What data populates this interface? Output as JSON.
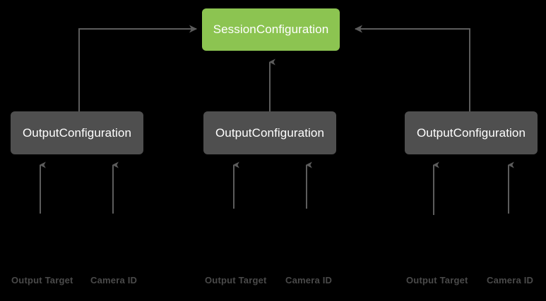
{
  "diagram": {
    "title": "SessionConfiguration",
    "background_color": "#000000",
    "session_node": {
      "label": "SessionConfiguration",
      "color": "#8cc451",
      "text_color": "#ffffff"
    },
    "output_nodes": [
      {
        "label": "OutputConfiguration",
        "color": "#4f4f4f",
        "text_color": "#ffffff"
      },
      {
        "label": "OutputConfiguration",
        "color": "#4f4f4f",
        "text_color": "#ffffff"
      },
      {
        "label": "OutputConfiguration",
        "color": "#4f4f4f",
        "text_color": "#ffffff"
      }
    ],
    "leaf_groups": [
      {
        "output_target": "Output Target",
        "camera_id": "Camera ID"
      },
      {
        "output_target": "Output Target",
        "camera_id": "Camera ID"
      },
      {
        "output_target": "Output Target",
        "camera_id": "Camera ID"
      }
    ],
    "arrow_color": "#5c5c5c",
    "leaf_label_color": "#4a4a4a"
  }
}
